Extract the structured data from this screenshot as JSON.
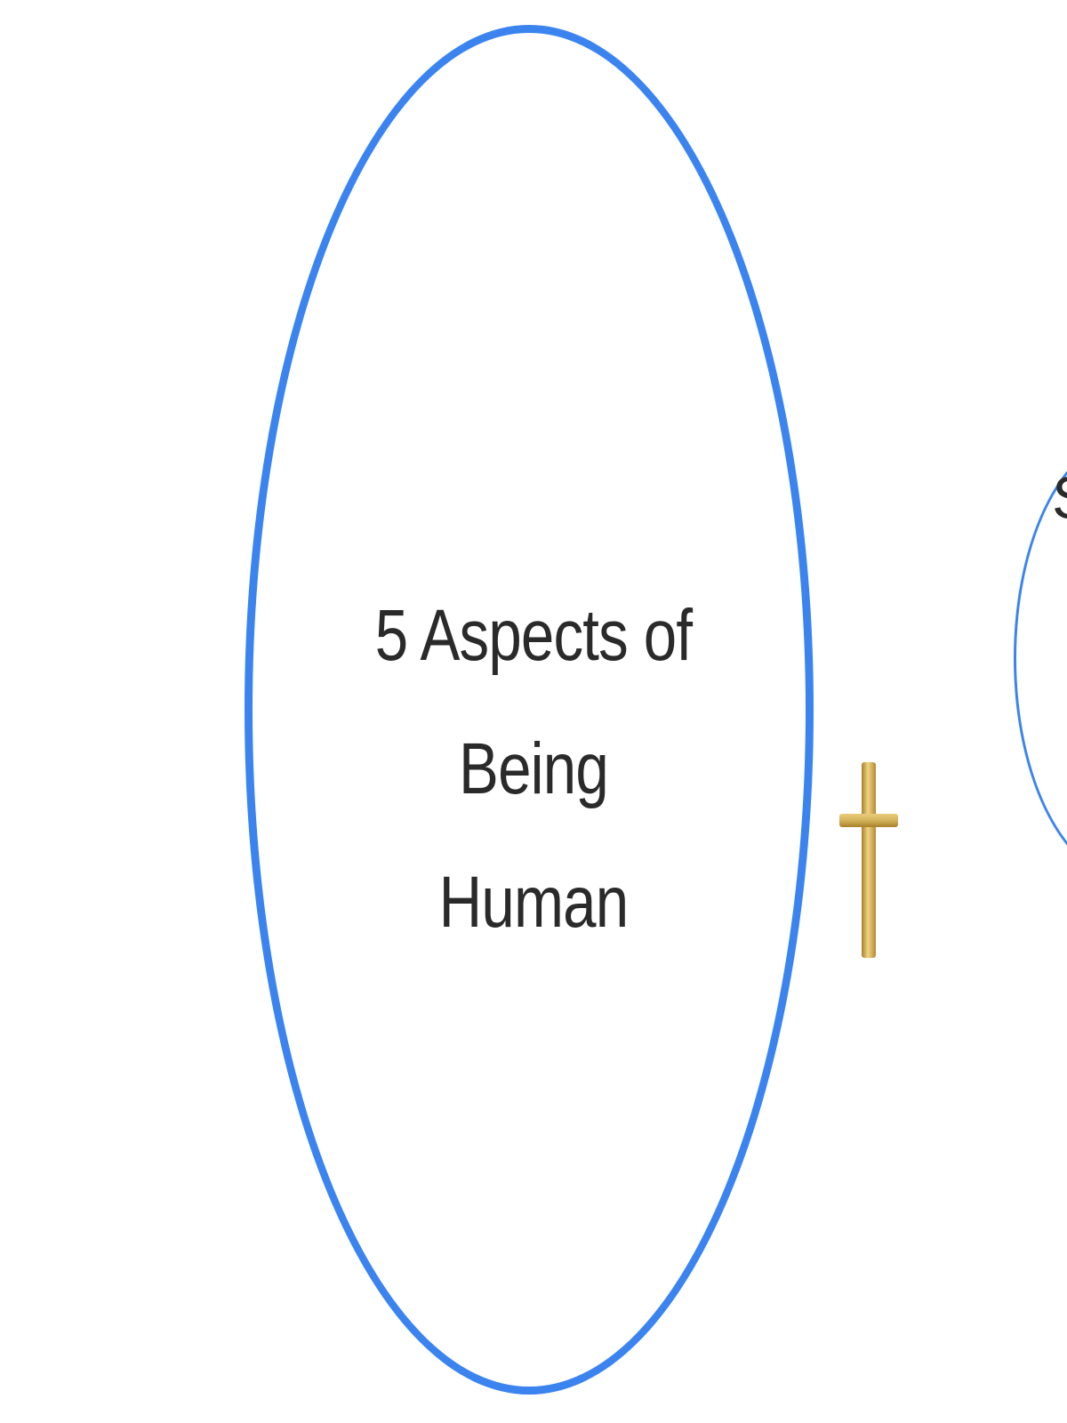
{
  "diagram": {
    "central_node": {
      "title_line1": "5 Aspects of Being",
      "title_line2": "Human",
      "border_color": "#3b84f0"
    },
    "connector_icon": {
      "name": "cross-icon",
      "color": "#c9a44a"
    },
    "side_node": {
      "label_fragment": "S",
      "border_color": "#3b84f0"
    }
  }
}
